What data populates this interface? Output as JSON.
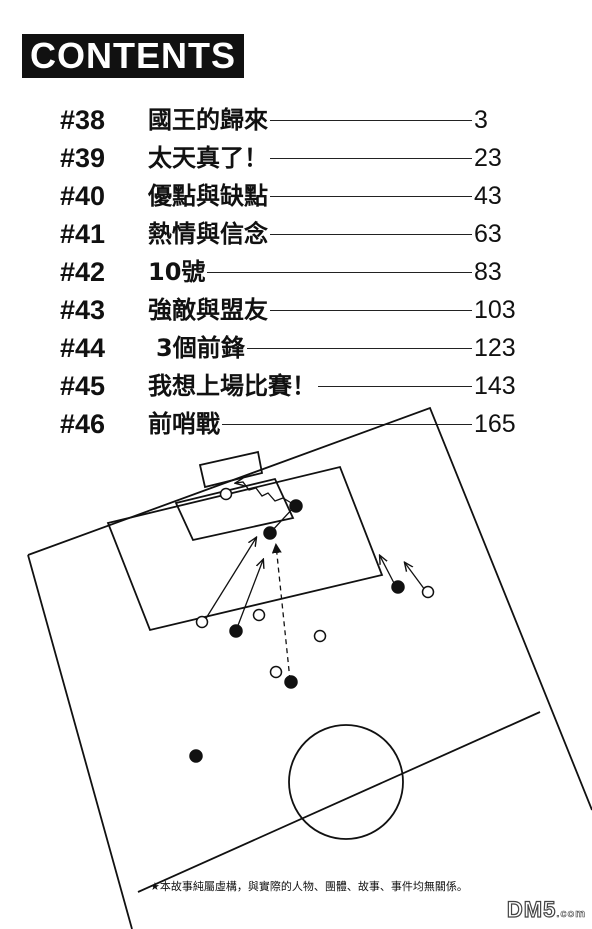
{
  "header": {
    "title": "CONTENTS"
  },
  "toc": [
    {
      "num": "#38",
      "title": "國王的歸來",
      "page": "3"
    },
    {
      "num": "#39",
      "title": "太天真了！",
      "page": "23"
    },
    {
      "num": "#40",
      "title": "優點與缺點",
      "page": "43"
    },
    {
      "num": "#41",
      "title": "熱情與信念",
      "page": "63"
    },
    {
      "num": "#42",
      "title": "10號",
      "page": "83"
    },
    {
      "num": "#43",
      "title": "強敵與盟友",
      "page": "103"
    },
    {
      "num": "#44",
      "title": "3個前鋒",
      "page": "123"
    },
    {
      "num": "#45",
      "title": "我想上場比賽！",
      "page": "143"
    },
    {
      "num": "#46",
      "title": "前哨戰",
      "page": "165"
    }
  ],
  "disclaimer": "★本故事純屬虛構，與實際的人物、團體、故事、事件均無關係。",
  "watermark": {
    "main": "DM5",
    "suffix": ".com"
  },
  "colors": {
    "ink": "#111111",
    "paper": "#ffffff"
  }
}
